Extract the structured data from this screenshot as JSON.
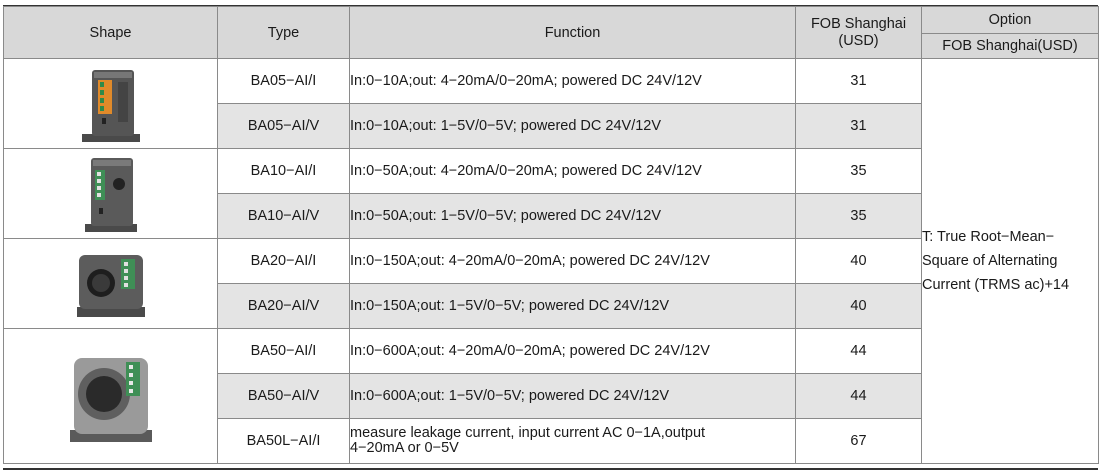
{
  "headers": {
    "shape": "Shape",
    "type": "Type",
    "function": "Function",
    "fob_line1": "FOB Shanghai",
    "fob_line2": "(USD)",
    "option": "Option",
    "option_sub": "FOB Shanghai(USD)"
  },
  "rows": [
    {
      "type": "BA05−AI/I",
      "function": "In:0−10A;out: 4−20mA/0−20mA; powered DC 24V/12V",
      "price": "31"
    },
    {
      "type": "BA05−AI/V",
      "function": "In:0−10A;out: 1−5V/0−5V; powered DC 24V/12V",
      "price": "31"
    },
    {
      "type": "BA10−AI/I",
      "function": "In:0−50A;out: 4−20mA/0−20mA; powered DC 24V/12V",
      "price": "35"
    },
    {
      "type": "BA10−AI/V",
      "function": "In:0−50A;out: 1−5V/0−5V; powered DC 24V/12V",
      "price": "35"
    },
    {
      "type": "BA20−AI/I",
      "function": "In:0−150A;out: 4−20mA/0−20mA; powered DC 24V/12V",
      "price": "40"
    },
    {
      "type": "BA20−AI/V",
      "function": "In:0−150A;out: 1−5V/0−5V; powered DC 24V/12V",
      "price": "40"
    },
    {
      "type": "BA50−AI/I",
      "function": "In:0−600A;out: 4−20mA/0−20mA; powered DC 24V/12V",
      "price": "44"
    },
    {
      "type": "BA50−AI/V",
      "function": "In:0−600A;out: 1−5V/0−5V; powered DC 24V/12V",
      "price": "44"
    },
    {
      "type": "BA50L−AI/I",
      "function_line1": "measure leakage current, input current AC 0−1A,output",
      "function_line2": "4−20mA or 0−5V",
      "price": "67"
    }
  ],
  "option_text": {
    "line1": "T: True Root−Mean−",
    "line2": "Square of Alternating",
    "line3": "Current (TRMS ac)+14"
  },
  "product_images": [
    "BA05 sensor",
    "BA10 sensor",
    "BA20 sensor",
    "BA50 sensor"
  ]
}
